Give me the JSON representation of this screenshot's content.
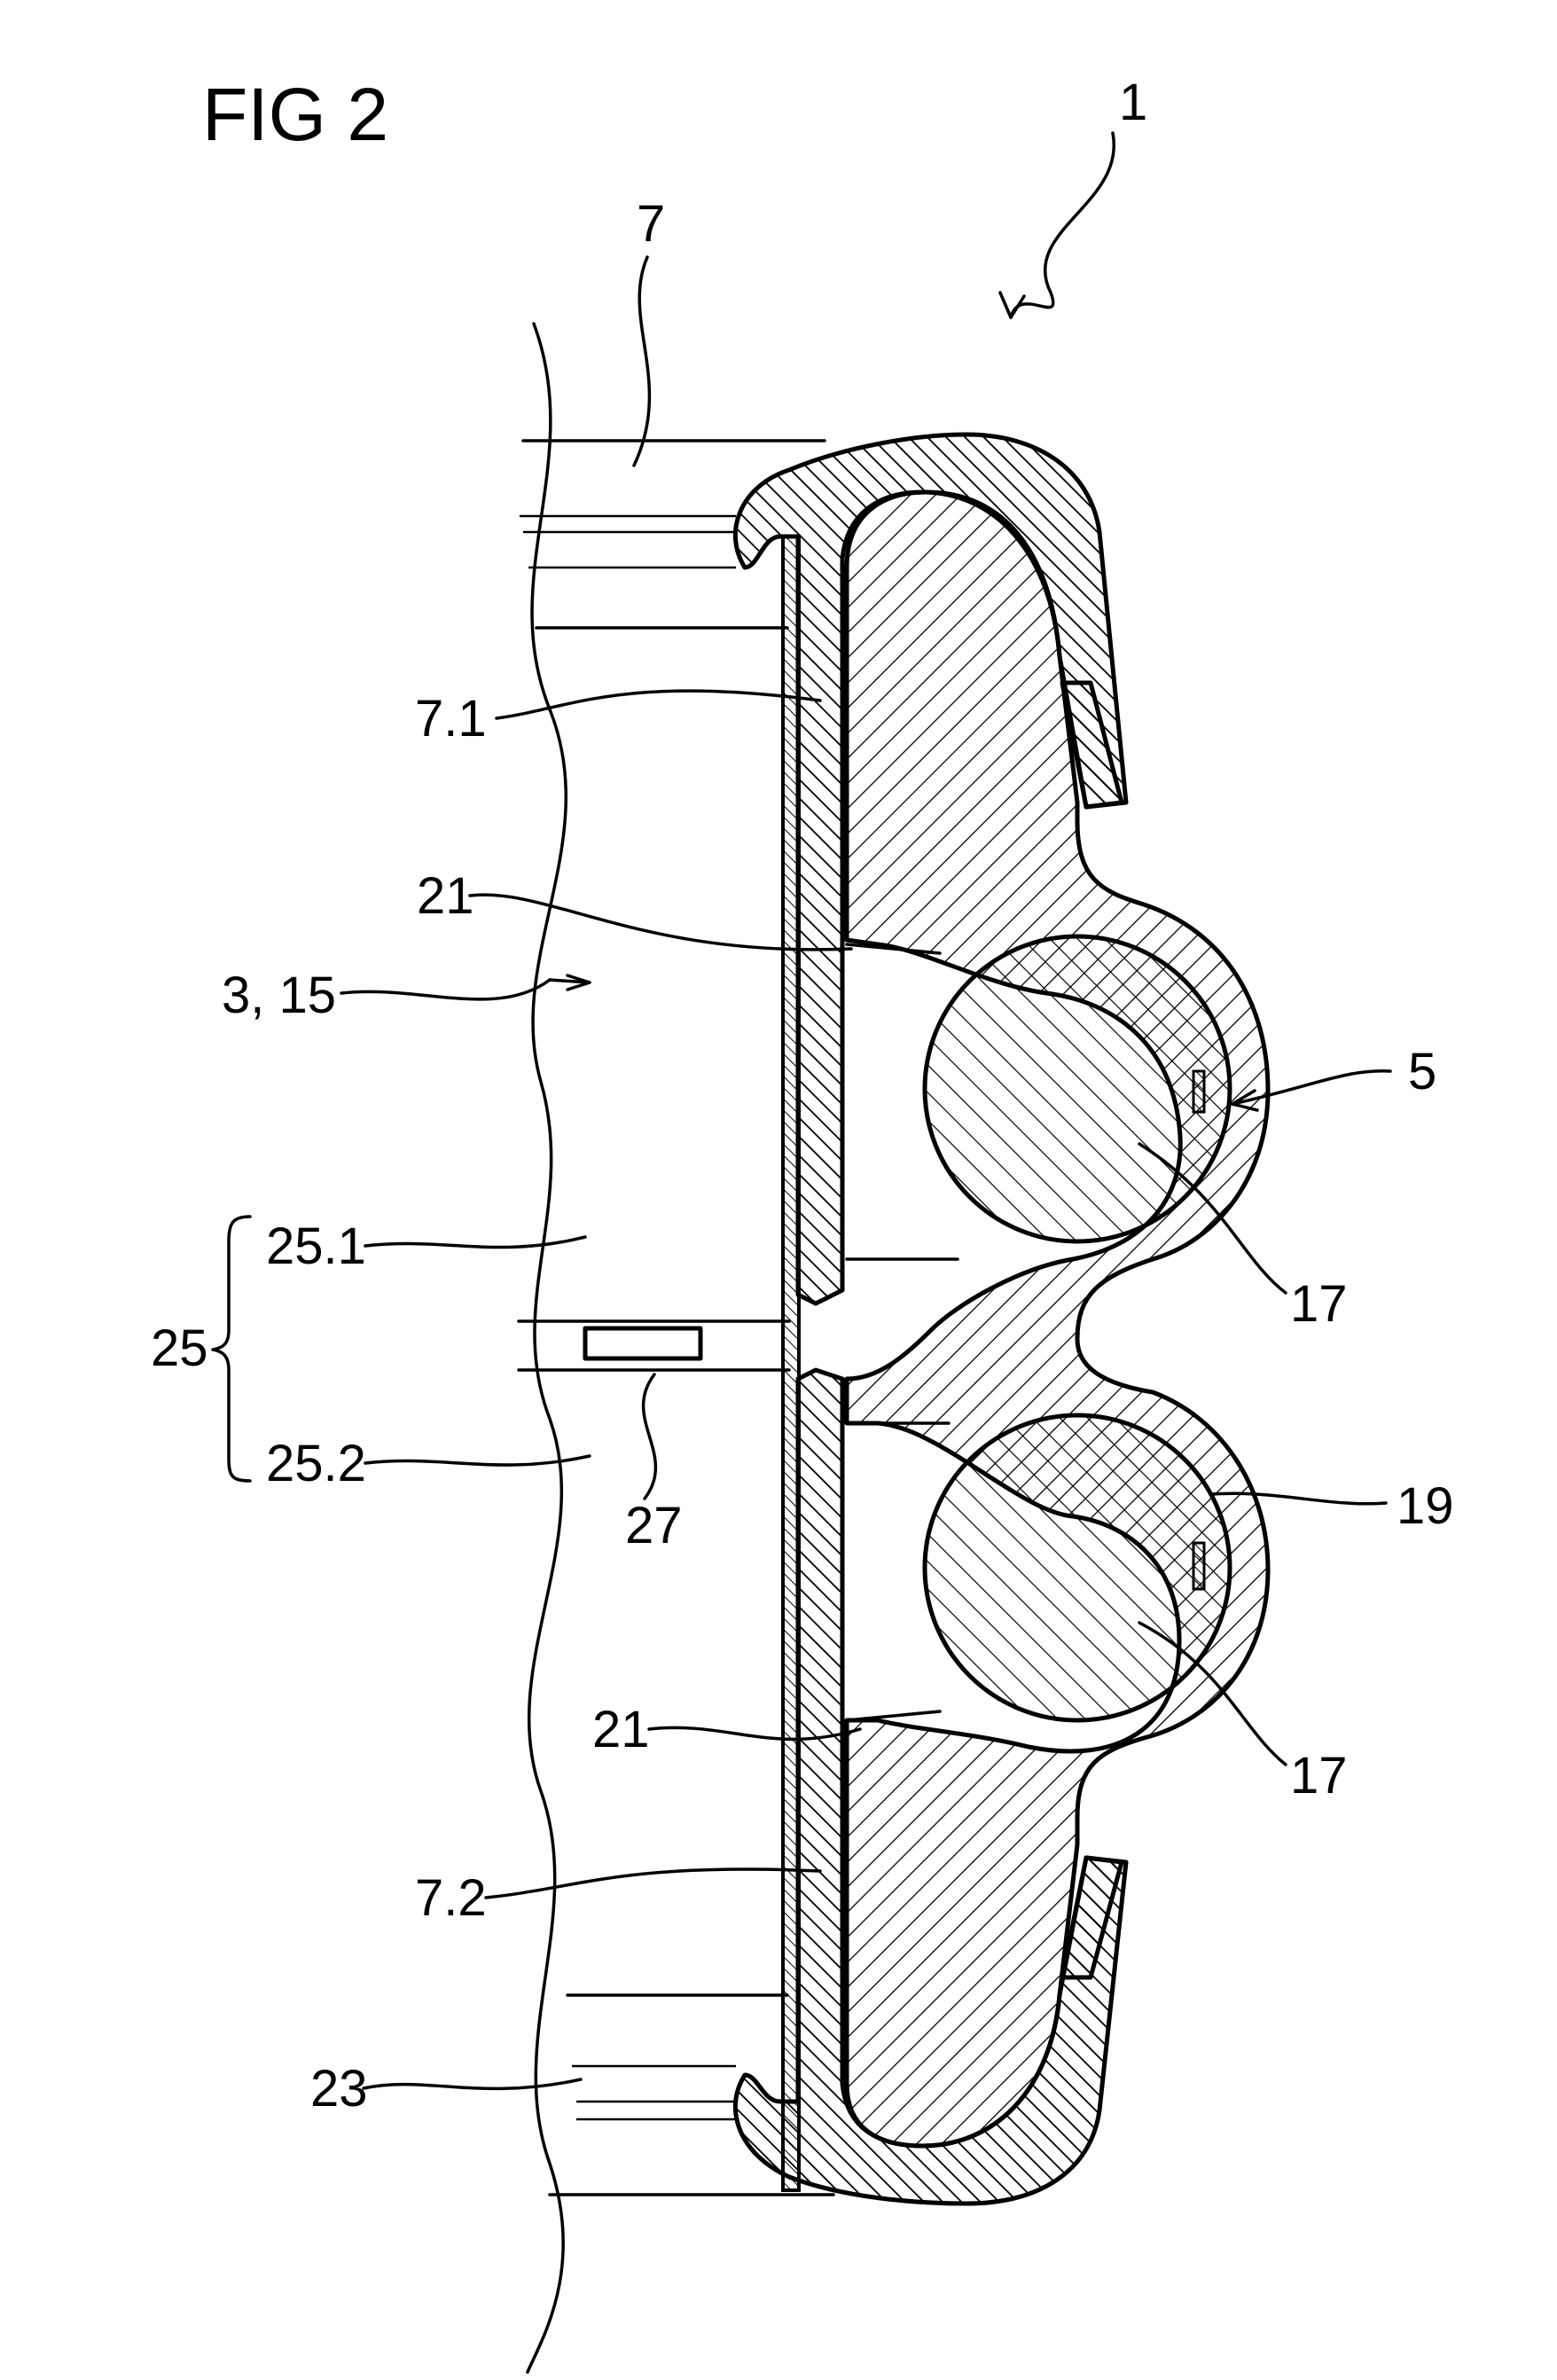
{
  "figure": {
    "title": "FIG  2",
    "labels": {
      "l1": "1",
      "l7": "7",
      "l7_1": "7.1",
      "l21_top": "21",
      "l3_15": "3, 15",
      "l5": "5",
      "l25_1": "25.1",
      "l25": "25",
      "l17_top": "17",
      "l25_2": "25.2",
      "l27": "27",
      "l19": "19",
      "l21_bottom": "21",
      "l17_bottom": "17",
      "l7_2": "7.2",
      "l23": "23"
    }
  }
}
